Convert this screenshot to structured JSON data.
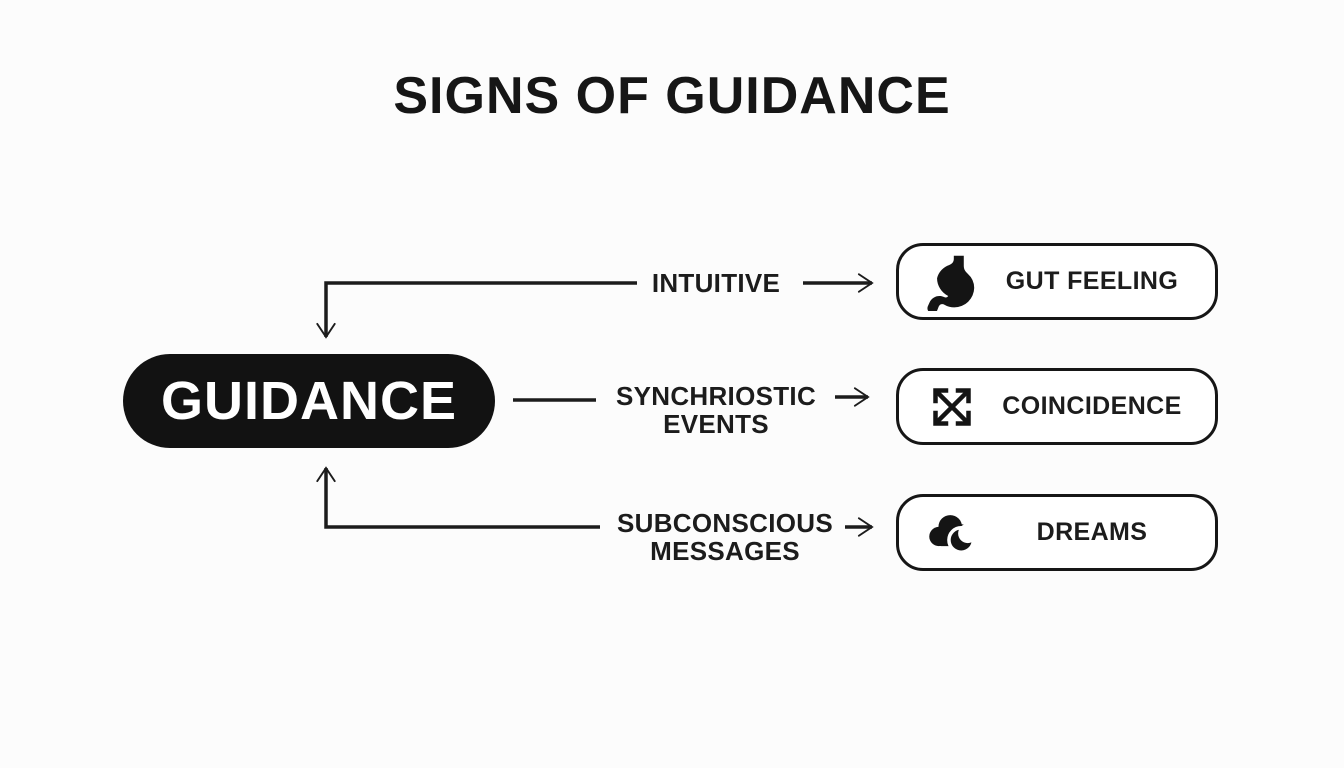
{
  "title": "SIGNS OF GUIDANCE",
  "center_node": {
    "label": "GUIDANCE"
  },
  "branches": [
    {
      "label": "INTUITIVE",
      "result": "GUT FEELING",
      "icon": "stomach-icon"
    },
    {
      "label": "SYNCHRIOSTIC EVENTS",
      "result": "COINCIDENCE",
      "icon": "crossing-arrows-icon"
    },
    {
      "label": "SUBCONSCIOUS MESSAGES",
      "result": "DREAMS",
      "icon": "cloud-moon-icon"
    }
  ],
  "colors": {
    "ink": "#1a1a1a",
    "node_bg": "#121212",
    "node_text": "#ffffff",
    "box_border": "#161616",
    "background": "#fcfcfc"
  }
}
